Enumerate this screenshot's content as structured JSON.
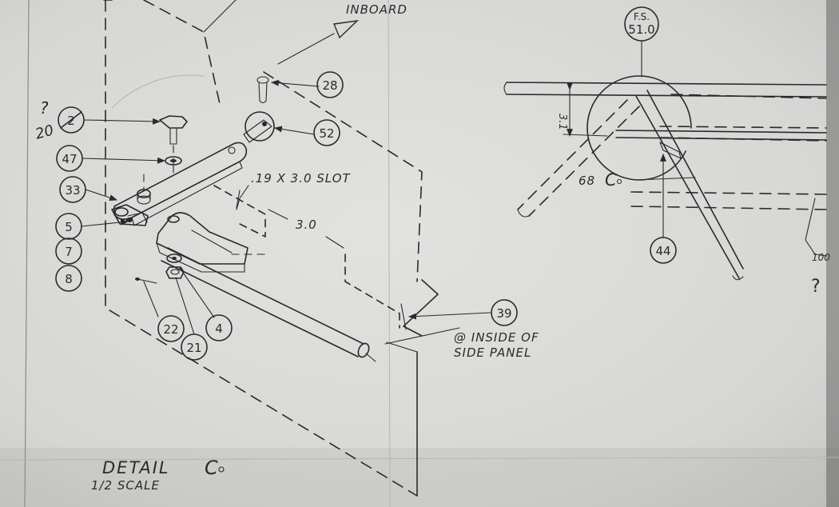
{
  "notes": {
    "inboard": "INBOARD",
    "slot": ".19 X 3.0 SLOT",
    "dim_3_0": "3.0",
    "inside_line1": "@ INSIDE OF",
    "inside_line2": "SIDE PANEL",
    "station_line1": "F.S.",
    "station_line2": "51.0",
    "dim_3_1": "3.1",
    "ref_68": "68",
    "detail_c": "C",
    "q_mark_top": "?",
    "q_20": "20",
    "q_mark_right": "?",
    "edge_100": "100"
  },
  "title": {
    "detail": "DETAIL",
    "letter": "C",
    "scale": "1/2 SCALE"
  },
  "callouts": {
    "c28": "28",
    "c52": "52",
    "c2": "2",
    "c47": "47",
    "c33": "33",
    "c5": "5",
    "c7": "7",
    "c8": "8",
    "c22": "22",
    "c21": "21",
    "c4": "4",
    "c39": "39",
    "c44": "44"
  },
  "colors": {
    "paper": "#d9d9d7",
    "ink": "#2a2a2a"
  }
}
